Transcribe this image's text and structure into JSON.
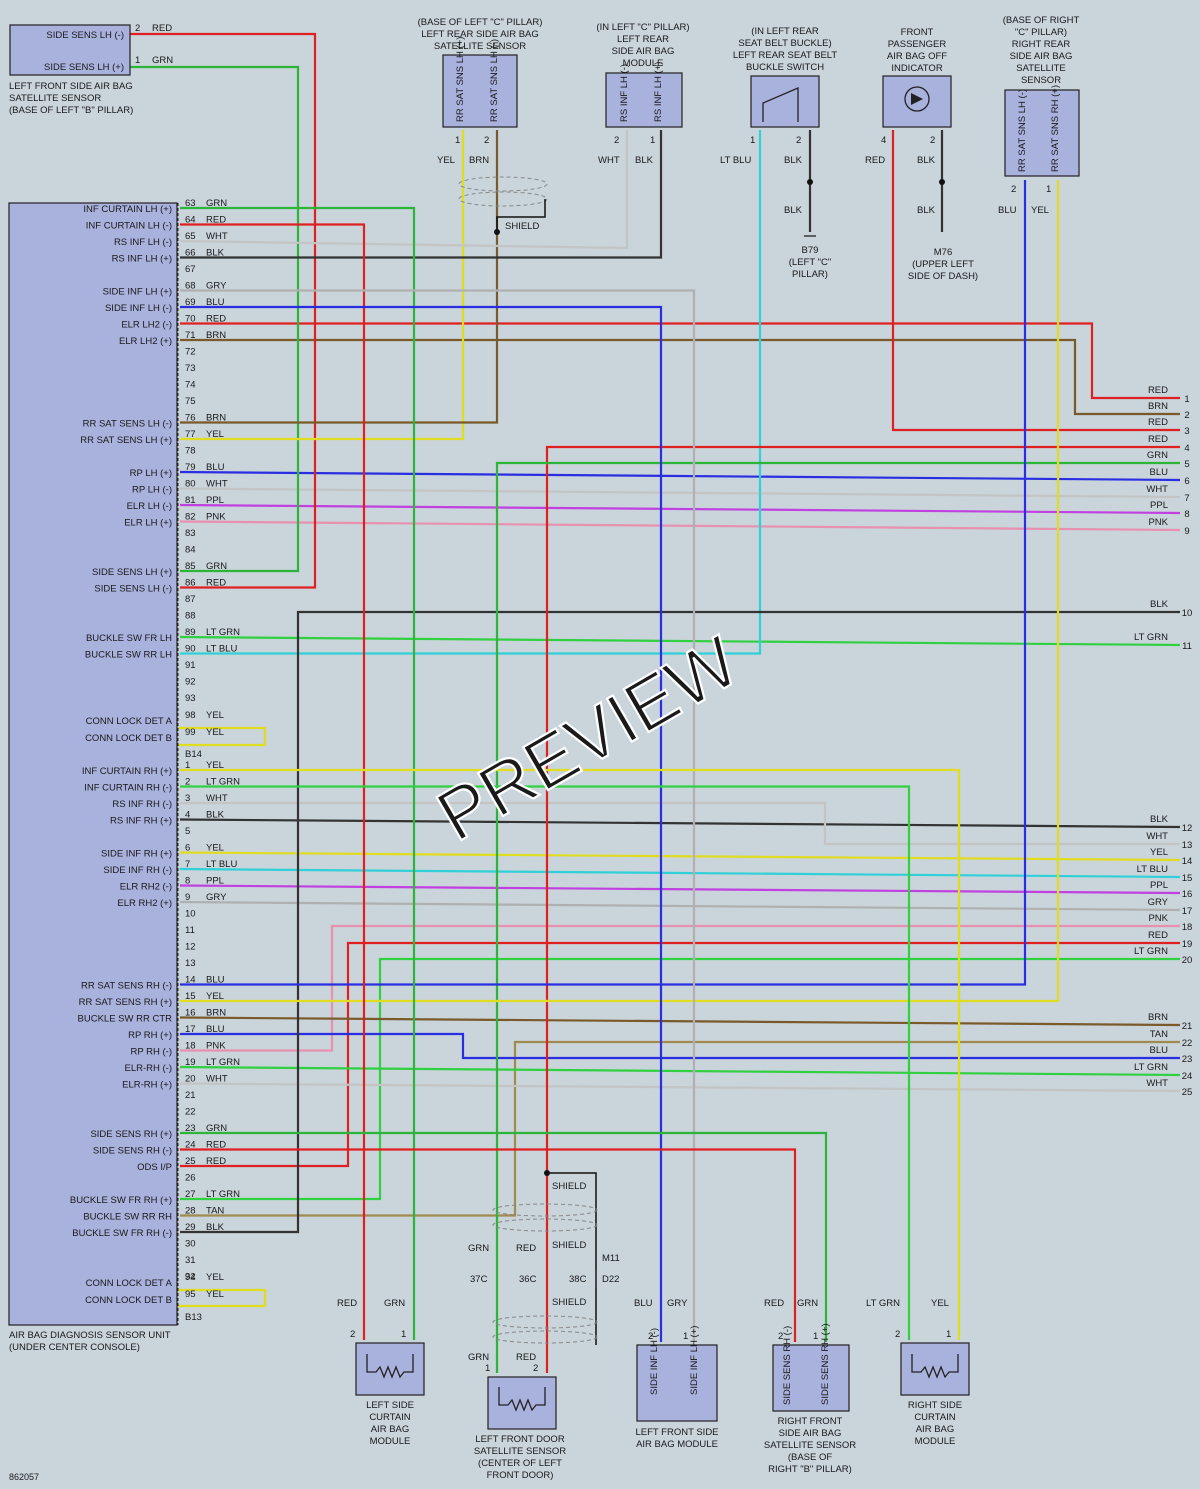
{
  "colors": {
    "RED": "#e02020",
    "GRN": "#2db53a",
    "YEL": "#e0dc20",
    "WHT": "#c4c4c4",
    "BLK": "#333333",
    "BRN": "#7a5a2a",
    "BLU": "#2a2ee0",
    "GRY": "#b0b0b0",
    "PPL": "#c040e0",
    "PNK": "#e890b0",
    "LT GRN": "#30d040",
    "LT BLU": "#30d0d8",
    "TAN": "#a08a50"
  },
  "title_code": "862057",
  "watermark": "PREVIEW",
  "unit": {
    "caption": [
      "AIR BAG DIAGNOSIS SENSOR UNIT",
      "(UNDER CENTER CONSOLE)"
    ],
    "connector_b14": "B14",
    "connector_b13": "B13",
    "pins_b14": [
      {
        "n": "63",
        "name": "INF CURTAIN LH (+)",
        "color": "GRN"
      },
      {
        "n": "64",
        "name": "INF CURTAIN LH (-)",
        "color": "RED"
      },
      {
        "n": "65",
        "name": "RS INF LH (-)",
        "color": "WHT"
      },
      {
        "n": "66",
        "name": "RS INF LH (+)",
        "color": "BLK"
      },
      {
        "n": "67",
        "name": "",
        "color": ""
      },
      {
        "n": "68",
        "name": "SIDE INF LH (+)",
        "color": "GRY"
      },
      {
        "n": "69",
        "name": "SIDE INF LH (-)",
        "color": "BLU"
      },
      {
        "n": "70",
        "name": "ELR LH2 (-)",
        "color": "RED"
      },
      {
        "n": "71",
        "name": "ELR LH2 (+)",
        "color": "BRN"
      },
      {
        "n": "72",
        "name": "",
        "color": ""
      },
      {
        "n": "73",
        "name": "",
        "color": ""
      },
      {
        "n": "74",
        "name": "",
        "color": ""
      },
      {
        "n": "75",
        "name": "",
        "color": ""
      },
      {
        "n": "76",
        "name": "RR SAT SENS LH (-)",
        "color": "BRN"
      },
      {
        "n": "77",
        "name": "RR SAT SENS LH (+)",
        "color": "YEL"
      },
      {
        "n": "78",
        "name": "",
        "color": ""
      },
      {
        "n": "79",
        "name": "RP LH (+)",
        "color": "BLU"
      },
      {
        "n": "80",
        "name": "RP LH (-)",
        "color": "WHT"
      },
      {
        "n": "81",
        "name": "ELR LH (-)",
        "color": "PPL"
      },
      {
        "n": "82",
        "name": "ELR LH (+)",
        "color": "PNK"
      },
      {
        "n": "83",
        "name": "",
        "color": ""
      },
      {
        "n": "84",
        "name": "",
        "color": ""
      },
      {
        "n": "85",
        "name": "SIDE SENS LH (+)",
        "color": "GRN"
      },
      {
        "n": "86",
        "name": "SIDE SENS LH (-)",
        "color": "RED"
      },
      {
        "n": "87",
        "name": "",
        "color": ""
      },
      {
        "n": "88",
        "name": "",
        "color": ""
      },
      {
        "n": "89",
        "name": "BUCKLE SW FR LH",
        "color": "LT GRN"
      },
      {
        "n": "90",
        "name": "BUCKLE SW RR LH",
        "color": "LT BLU"
      },
      {
        "n": "91",
        "name": "",
        "color": ""
      },
      {
        "n": "92",
        "name": "",
        "color": ""
      },
      {
        "n": "93",
        "name": "",
        "color": ""
      },
      {
        "n": "98",
        "name": "CONN LOCK DET A",
        "color": "YEL"
      },
      {
        "n": "99",
        "name": "CONN LOCK DET B",
        "color": "YEL"
      }
    ],
    "pins_b13": [
      {
        "n": "1",
        "name": "INF CURTAIN RH (+)",
        "color": "YEL"
      },
      {
        "n": "2",
        "name": "INF CURTAIN RH (-)",
        "color": "LT GRN"
      },
      {
        "n": "3",
        "name": "RS INF RH (-)",
        "color": "WHT"
      },
      {
        "n": "4",
        "name": "RS INF RH (+)",
        "color": "BLK"
      },
      {
        "n": "5",
        "name": "",
        "color": ""
      },
      {
        "n": "6",
        "name": "SIDE INF RH (+)",
        "color": "YEL"
      },
      {
        "n": "7",
        "name": "SIDE INF RH (-)",
        "color": "LT BLU"
      },
      {
        "n": "8",
        "name": "ELR RH2 (-)",
        "color": "PPL"
      },
      {
        "n": "9",
        "name": "ELR RH2 (+)",
        "color": "GRY"
      },
      {
        "n": "10",
        "name": "",
        "color": ""
      },
      {
        "n": "11",
        "name": "",
        "color": ""
      },
      {
        "n": "12",
        "name": "",
        "color": ""
      },
      {
        "n": "13",
        "name": "",
        "color": ""
      },
      {
        "n": "14",
        "name": "RR SAT SENS RH (-)",
        "color": "BLU"
      },
      {
        "n": "15",
        "name": "RR SAT SENS RH (+)",
        "color": "YEL"
      },
      {
        "n": "16",
        "name": "BUCKLE SW RR CTR",
        "color": "BRN"
      },
      {
        "n": "17",
        "name": "RP RH (+)",
        "color": "BLU"
      },
      {
        "n": "18",
        "name": "RP RH (-)",
        "color": "PNK"
      },
      {
        "n": "19",
        "name": "ELR-RH (-)",
        "color": "LT GRN"
      },
      {
        "n": "20",
        "name": "ELR-RH (+)",
        "color": "WHT"
      },
      {
        "n": "21",
        "name": "",
        "color": ""
      },
      {
        "n": "22",
        "name": "",
        "color": ""
      },
      {
        "n": "23",
        "name": "SIDE SENS RH (+)",
        "color": "GRN"
      },
      {
        "n": "24",
        "name": "SIDE SENS RH (-)",
        "color": "RED"
      },
      {
        "n": "25",
        "name": "ODS I/P",
        "color": "RED"
      },
      {
        "n": "26",
        "name": "",
        "color": ""
      },
      {
        "n": "27",
        "name": "BUCKLE SW FR RH (+)",
        "color": "LT GRN"
      },
      {
        "n": "28",
        "name": "BUCKLE SW RR RH",
        "color": "TAN"
      },
      {
        "n": "29",
        "name": "BUCKLE SW FR RH (-)",
        "color": "BLK"
      },
      {
        "n": "30",
        "name": "",
        "color": ""
      },
      {
        "n": "31",
        "name": "",
        "color": ""
      },
      {
        "n": "32",
        "name": "",
        "color": ""
      },
      {
        "n": "94",
        "name": "CONN LOCK DET A",
        "color": "YEL"
      },
      {
        "n": "95",
        "name": "CONN LOCK DET B",
        "color": "YEL"
      }
    ]
  },
  "right_terminals": [
    {
      "n": "1",
      "color": "RED"
    },
    {
      "n": "2",
      "color": "BRN"
    },
    {
      "n": "3",
      "color": "RED"
    },
    {
      "n": "4",
      "color": "RED"
    },
    {
      "n": "5",
      "color": "GRN"
    },
    {
      "n": "6",
      "color": "BLU"
    },
    {
      "n": "7",
      "color": "WHT"
    },
    {
      "n": "8",
      "color": "PPL"
    },
    {
      "n": "9",
      "color": "PNK"
    },
    {
      "n": "10",
      "color": "BLK"
    },
    {
      "n": "11",
      "color": "LT GRN"
    },
    {
      "n": "12",
      "color": "BLK"
    },
    {
      "n": "13",
      "color": "WHT"
    },
    {
      "n": "14",
      "color": "YEL"
    },
    {
      "n": "15",
      "color": "LT BLU"
    },
    {
      "n": "16",
      "color": "PPL"
    },
    {
      "n": "17",
      "color": "GRY"
    },
    {
      "n": "18",
      "color": "PNK"
    },
    {
      "n": "19",
      "color": "RED"
    },
    {
      "n": "20",
      "color": "LT GRN"
    },
    {
      "n": "21",
      "color": "BRN"
    },
    {
      "n": "22",
      "color": "TAN"
    },
    {
      "n": "23",
      "color": "BLU"
    },
    {
      "n": "24",
      "color": "LT GRN"
    },
    {
      "n": "25",
      "color": "WHT"
    }
  ],
  "components": {
    "lf_side_sensor": {
      "caption": [
        "LEFT FRONT SIDE AIR BAG",
        "SATELLITE SENSOR",
        "(BASE OF LEFT \"B\" PILLAR)"
      ],
      "pin_labels": [
        "SIDE SENS LH (-)",
        "SIDE SENS LH (+)"
      ],
      "pins": [
        {
          "n": "2",
          "color": "RED"
        },
        {
          "n": "1",
          "color": "GRN"
        }
      ]
    },
    "lr_side_sensor": {
      "caption": [
        "(BASE OF LEFT \"C\" PILLAR)",
        "LEFT REAR SIDE AIR BAG",
        "SATELLITE SENSOR"
      ],
      "inner": [
        "RR SAT SNS LH (+)",
        "RR SAT SNS LH (-)"
      ],
      "pins": [
        {
          "n": "1",
          "color": "YEL"
        },
        {
          "n": "2",
          "color": "BRN"
        }
      ],
      "shield": "SHIELD"
    },
    "lr_module": {
      "caption": [
        "(IN LEFT \"C\" PILLAR)",
        "LEFT REAR",
        "SIDE AIR BAG",
        "MODULE"
      ],
      "inner": [
        "RS INF LH (-)",
        "RS INF LH (+)"
      ],
      "pins": [
        {
          "n": "2",
          "color": "WHT"
        },
        {
          "n": "1",
          "color": "BLK"
        }
      ]
    },
    "buckle_switch": {
      "caption": [
        "(IN LEFT REAR",
        "SEAT BELT BUCKLE)",
        "LEFT REAR SEAT BELT",
        "BUCKLE SWITCH"
      ],
      "pins": [
        {
          "n": "1",
          "color": "LT BLU"
        },
        {
          "n": "2",
          "color": "BLK"
        }
      ],
      "ground_wire": "BLK",
      "ground": [
        "B79",
        "(LEFT \"C\"",
        "PILLAR)"
      ]
    },
    "pass_indicator": {
      "caption": [
        "FRONT",
        "PASSENGER",
        "AIR BAG OFF",
        "INDICATOR"
      ],
      "pins": [
        {
          "n": "4",
          "color": "RED"
        },
        {
          "n": "2",
          "color": "BLK"
        }
      ],
      "ground_wire": "BLK",
      "ground": [
        "M76",
        "(UPPER LEFT",
        "SIDE OF DASH)"
      ]
    },
    "rr_side_sensor": {
      "caption": [
        "(BASE OF RIGHT",
        "\"C\" PILLAR)",
        "RIGHT REAR",
        "SIDE AIR BAG",
        "SATELLITE",
        "SENSOR"
      ],
      "inner": [
        "RR SAT SNS LH (-)",
        "RR SAT SNS RH (+)"
      ],
      "pins": [
        {
          "n": "2",
          "color": "BLU"
        },
        {
          "n": "1",
          "color": "YEL"
        }
      ]
    },
    "lf_curtain": {
      "caption": [
        "LEFT SIDE",
        "CURTAIN",
        "AIR BAG",
        "MODULE"
      ],
      "pins": [
        {
          "n": "2",
          "color": "RED"
        },
        {
          "n": "1",
          "color": "GRN"
        }
      ]
    },
    "lf_door_sensor": {
      "caption": [
        "LEFT FRONT DOOR",
        "SATELLITE SENSOR",
        "(CENTER OF LEFT",
        "FRONT DOOR)"
      ],
      "pins": [
        {
          "n": "1",
          "color": "GRN"
        },
        {
          "n": "2",
          "color": "RED"
        }
      ],
      "connector": [
        "M11",
        "D22"
      ],
      "conn_pins": [
        "37C",
        "36C",
        "38C"
      ],
      "shield": "SHIELD"
    },
    "lf_side_module": {
      "caption": [
        "LEFT FRONT SIDE",
        "AIR BAG MODULE"
      ],
      "inner": [
        "SIDE INF LH (-)",
        "SIDE INF LH (+)"
      ],
      "pins": [
        {
          "n": "2",
          "color": "BLU"
        },
        {
          "n": "1",
          "color": "GRY"
        }
      ]
    },
    "rf_side_sensor": {
      "caption": [
        "RIGHT FRONT",
        "SIDE AIR BAG",
        "SATELLITE SENSOR",
        "(BASE OF",
        "RIGHT \"B\" PILLAR)"
      ],
      "inner": [
        "SIDE SENS RH (-)",
        "SIDE SENS RH (+)"
      ],
      "pins": [
        {
          "n": "2",
          "color": "RED"
        },
        {
          "n": "1",
          "color": "GRN"
        }
      ]
    },
    "rf_curtain": {
      "caption": [
        "RIGHT SIDE",
        "CURTAIN",
        "AIR BAG",
        "MODULE"
      ],
      "pins": [
        {
          "n": "2",
          "color": "LT GRN"
        },
        {
          "n": "1",
          "color": "YEL"
        }
      ]
    }
  }
}
